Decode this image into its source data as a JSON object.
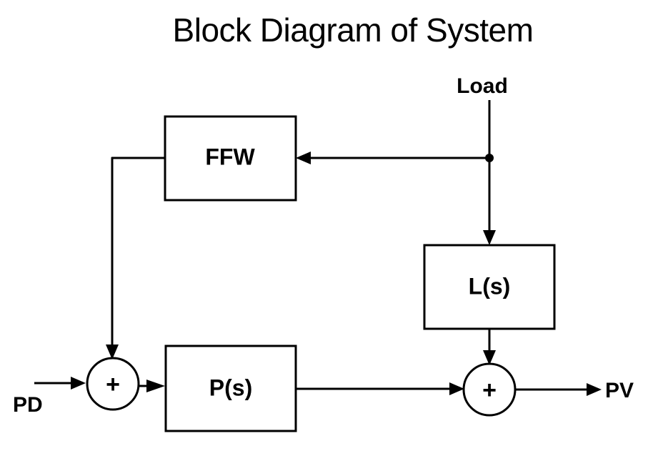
{
  "diagram": {
    "title": "Block Diagram of System",
    "background_color": "#ffffff",
    "line_color": "#000000",
    "blocks": [
      {
        "id": "ffw",
        "label": "FFW"
      },
      {
        "id": "ls",
        "label": "L(s)"
      },
      {
        "id": "ps",
        "label": "P(s)"
      }
    ],
    "summing_junctions": [
      {
        "id": "sum-input",
        "glyph": "+"
      },
      {
        "id": "sum-output",
        "glyph": "+"
      }
    ],
    "signals": [
      {
        "id": "pd",
        "label": "PD"
      },
      {
        "id": "load",
        "label": "Load"
      },
      {
        "id": "pv",
        "label": "PV"
      }
    ]
  }
}
